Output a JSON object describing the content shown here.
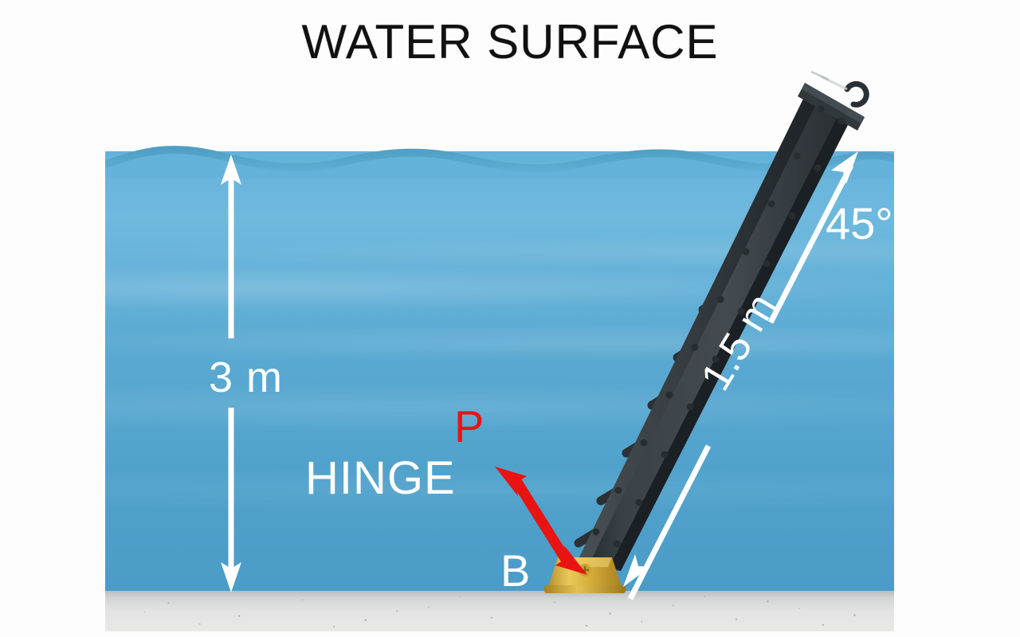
{
  "diagram": {
    "title": "WATER SURFACE",
    "labels": {
      "depth": "3 m",
      "angle": "45°",
      "gate_length": "1.5 m",
      "hinge": "HINGE",
      "point_p": "P",
      "point_b": "B"
    },
    "colors": {
      "title_text": "#111111",
      "label_white": "#ffffff",
      "label_red": "#e81414",
      "water_top": "#64b2da",
      "water_bottom": "#4a9bc7",
      "wave_crest": "#4f9cc2",
      "seabed": "#e2e3e2",
      "gate_body": "#3a4145",
      "gate_edge": "#23282b",
      "hinge_base": "#d4af37",
      "arrow_white": "#ffffff",
      "arrow_red": "#e81414",
      "background": "#fdfdfd"
    },
    "measurements": {
      "water_depth_m": 3,
      "gate_length_m": 1.5,
      "gate_angle_deg": 45
    },
    "icons": {
      "depth_arrow": "double-headed-vertical-arrow",
      "length_arrow": "double-headed-diagonal-arrow",
      "force_arrow": "double-headed-red-arrow",
      "gate": "hinged-sluice-gate",
      "hinge": "brass-hinge-base",
      "eyelet": "lifting-eye-hook"
    }
  }
}
